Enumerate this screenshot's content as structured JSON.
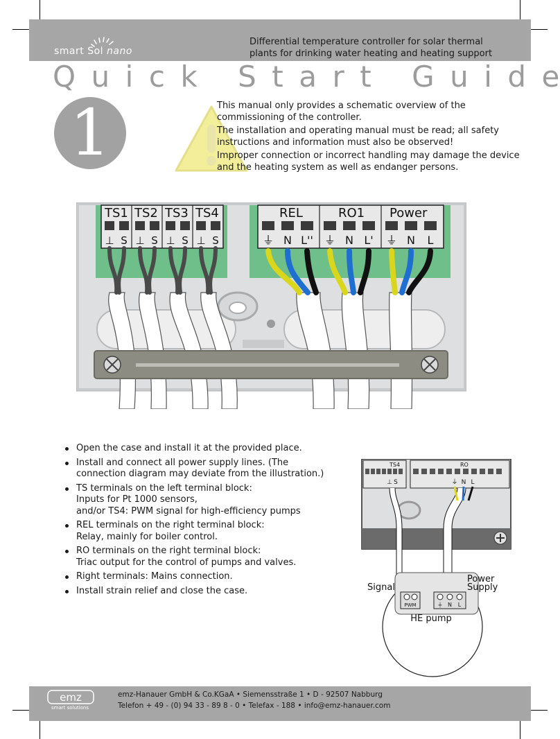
{
  "header": {
    "product_brand": "smart Sol",
    "product_variant": "nano",
    "subtitle_line1": "Differential temperature controller for solar thermal",
    "subtitle_line2": "plants for drinking water heating and heating support"
  },
  "title": "Quick Start Guide",
  "step_number": "1",
  "intro": {
    "p1": "This manual only provides a schematic overview of the commissioning of the controller.",
    "p2": "The installation and operating manual must be read; all safety instructions and information must also be observed!",
    "p3": "Improper connection or incorrect handling may damage the device and the heating system as well as endanger persons."
  },
  "terminal_diagram": {
    "groups": [
      "TS1",
      "TS2",
      "TS3",
      "TS4",
      "REL",
      "RO1",
      "Power"
    ],
    "left_pins": [
      "⊥",
      "S",
      "⊥",
      "S",
      "⊥",
      "S",
      "⊥",
      "S"
    ],
    "right_pins": [
      "⏚",
      "N",
      "L''",
      "⏚",
      "N",
      "L'",
      "⏚",
      "N",
      "L"
    ]
  },
  "bullets": [
    {
      "lines": [
        "Open the case and install it at the provided place."
      ]
    },
    {
      "lines": [
        "Install and connect all power supply lines. (The",
        "connection diagram may deviate from the illustration.)"
      ]
    },
    {
      "lines": [
        "TS terminals on the left terminal block:",
        "Inputs for Pt 1000 sensors,",
        "and/or TS4: PWM signal for high-efficiency pumps"
      ]
    },
    {
      "lines": [
        "REL terminals on the right terminal block:",
        "Relay, mainly for boiler control."
      ]
    },
    {
      "lines": [
        "RO terminals on the right terminal block:",
        "Triac output for the control of pumps and valves."
      ]
    },
    {
      "lines": [
        "Right terminals: Mains connection."
      ]
    },
    {
      "lines": [
        "Install strain relief and close the case."
      ]
    }
  ],
  "pump_diagram": {
    "ts4_label": "TS4",
    "ro_label": "RO",
    "signal_label": "Signal",
    "power_label_line1": "Power",
    "power_label_line2": "Supply",
    "pwm_label": "PWM",
    "pump_label": "HE pump",
    "pins": [
      "⊥",
      "S",
      "⏚",
      "N",
      "L"
    ]
  },
  "footer": {
    "logo_text": "emz",
    "logo_tagline": "smart solutions",
    "line1": "emz-Hanauer GmbH & Co.KGaA  •  Siemensstraße 1  •  D - 92507 Nabburg",
    "line2": "Telefon + 49 - (0) 94 33 - 89 8 - 0  •  Telefax - 188  •  info@emz-hanauer.com"
  },
  "colors": {
    "band_gray": "#a7a6a6",
    "title_gray": "#9c9c9c",
    "terminal_green": "#6fbf8a",
    "wire_blue": "#1f6fd1",
    "wire_yellow": "#d9d61c",
    "warning_yellow": "#f2ee9a"
  }
}
